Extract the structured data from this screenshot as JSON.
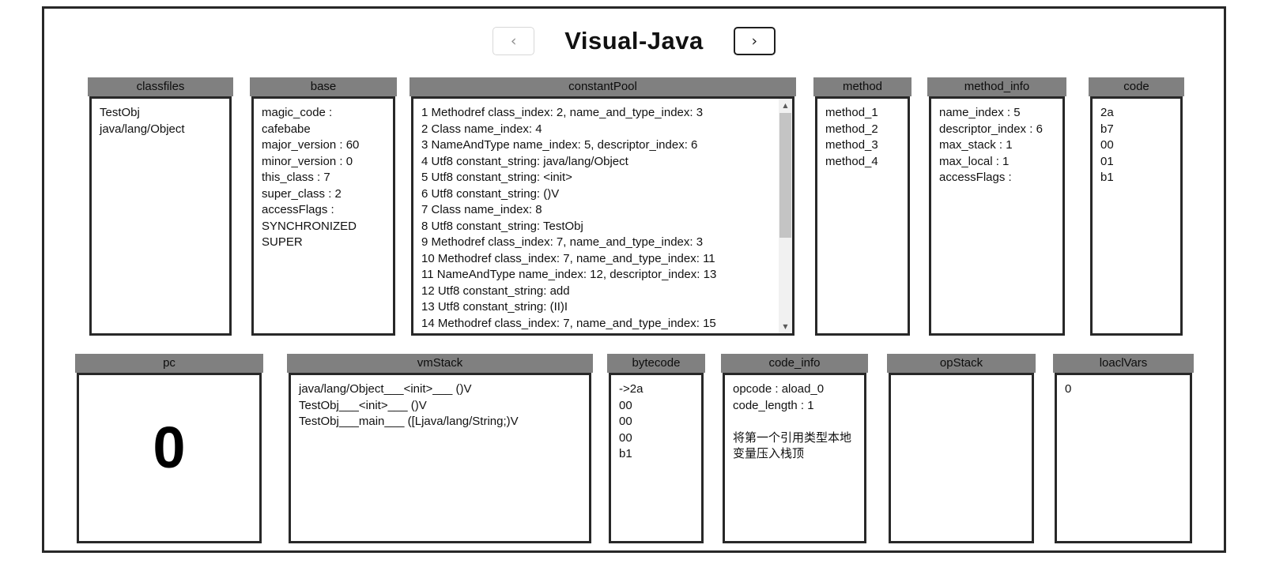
{
  "header": {
    "title": "Visual-Java",
    "prev_glyph": "‹",
    "next_glyph": "›"
  },
  "scrollbar": {
    "up_glyph": "▲",
    "down_glyph": "▼"
  },
  "colors": {
    "panel_header_bg": "#808080",
    "panel_border": "#282828",
    "frame_border": "#282828",
    "scrollbar_track": "#f1f1f1",
    "scrollbar_thumb": "#c4c4c4"
  },
  "panels": {
    "classfiles": {
      "title": "classfiles",
      "items": [
        "TestObj",
        "java/lang/Object"
      ]
    },
    "base": {
      "title": "base",
      "lines": [
        "magic_code :",
        "cafebabe",
        "major_version : 60",
        "minor_version : 0",
        "this_class : 7",
        "super_class : 2",
        "accessFlags :",
        "SYNCHRONIZED",
        "SUPER"
      ]
    },
    "constantPool": {
      "title": "constantPool",
      "entries": [
        "1 Methodref class_index: 2, name_and_type_index: 3",
        "2 Class name_index: 4",
        "3 NameAndType name_index: 5, descriptor_index: 6",
        "4 Utf8 constant_string: java/lang/Object",
        "5 Utf8 constant_string: <init>",
        "6 Utf8 constant_string: ()V",
        "7 Class name_index: 8",
        "8 Utf8 constant_string: TestObj",
        "9 Methodref class_index: 7, name_and_type_index: 3",
        "10 Methodref class_index: 7, name_and_type_index: 11",
        "11 NameAndType name_index: 12, descriptor_index: 13",
        "12 Utf8 constant_string: add",
        "13 Utf8 constant_string: (II)I",
        "14 Methodref class_index: 7, name_and_type_index: 15"
      ]
    },
    "method": {
      "title": "method",
      "items": [
        "method_1",
        "method_2",
        "method_3",
        "method_4"
      ]
    },
    "method_info": {
      "title": "method_info",
      "lines": [
        "name_index : 5",
        "descriptor_index : 6",
        "max_stack : 1",
        "max_local : 1",
        "accessFlags :"
      ]
    },
    "code": {
      "title": "code",
      "items": [
        "2a",
        "b7",
        "00",
        "01",
        "b1"
      ]
    },
    "pc": {
      "title": "pc",
      "value": "0"
    },
    "vmStack": {
      "title": "vmStack",
      "frames": [
        "java/lang/Object___<init>___ ()V",
        "TestObj___<init>___ ()V",
        "TestObj___main___ ([Ljava/lang/String;)V"
      ]
    },
    "bytecode": {
      "title": "bytecode",
      "items": [
        "->2a",
        "00",
        "00",
        "00",
        "b1"
      ]
    },
    "code_info": {
      "title": "code_info",
      "lines": [
        "opcode : aload_0",
        "code_length : 1"
      ],
      "description": "将第一个引用类型本地变量压入栈顶"
    },
    "opStack": {
      "title": "opStack",
      "items": []
    },
    "loaclVars": {
      "title": "loaclVars",
      "items": [
        "0"
      ]
    }
  }
}
